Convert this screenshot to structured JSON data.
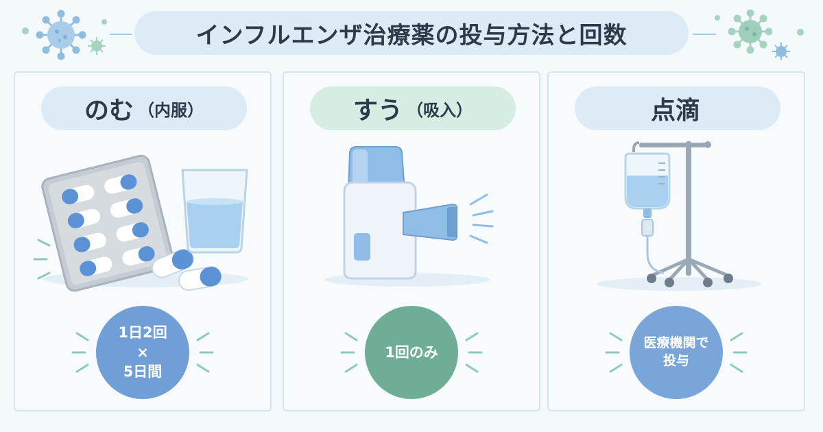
{
  "title": "インフルエンザ治療薬の投与方法と回数",
  "colors": {
    "background": "#f4f9fc",
    "oral_accent": "#6f9fd6",
    "inhale_accent": "#6fae95",
    "iv_accent": "#7aa5d8",
    "virus_blue": "#8fbde0",
    "virus_green": "#a6d3c0"
  },
  "methods": [
    {
      "label": "のむ",
      "label_sub": "（内服）",
      "icon": "pill-blister-pack-and-water-glass",
      "frequency_lines": [
        "1日2回",
        "×",
        "5日間"
      ]
    },
    {
      "label": "すう",
      "label_sub": "（吸入）",
      "icon": "inhaler",
      "frequency_lines": [
        "1回のみ"
      ]
    },
    {
      "label": "点滴",
      "label_sub": "",
      "icon": "iv-drip-stand",
      "frequency_lines": [
        "医療機関で",
        "投与"
      ]
    }
  ]
}
